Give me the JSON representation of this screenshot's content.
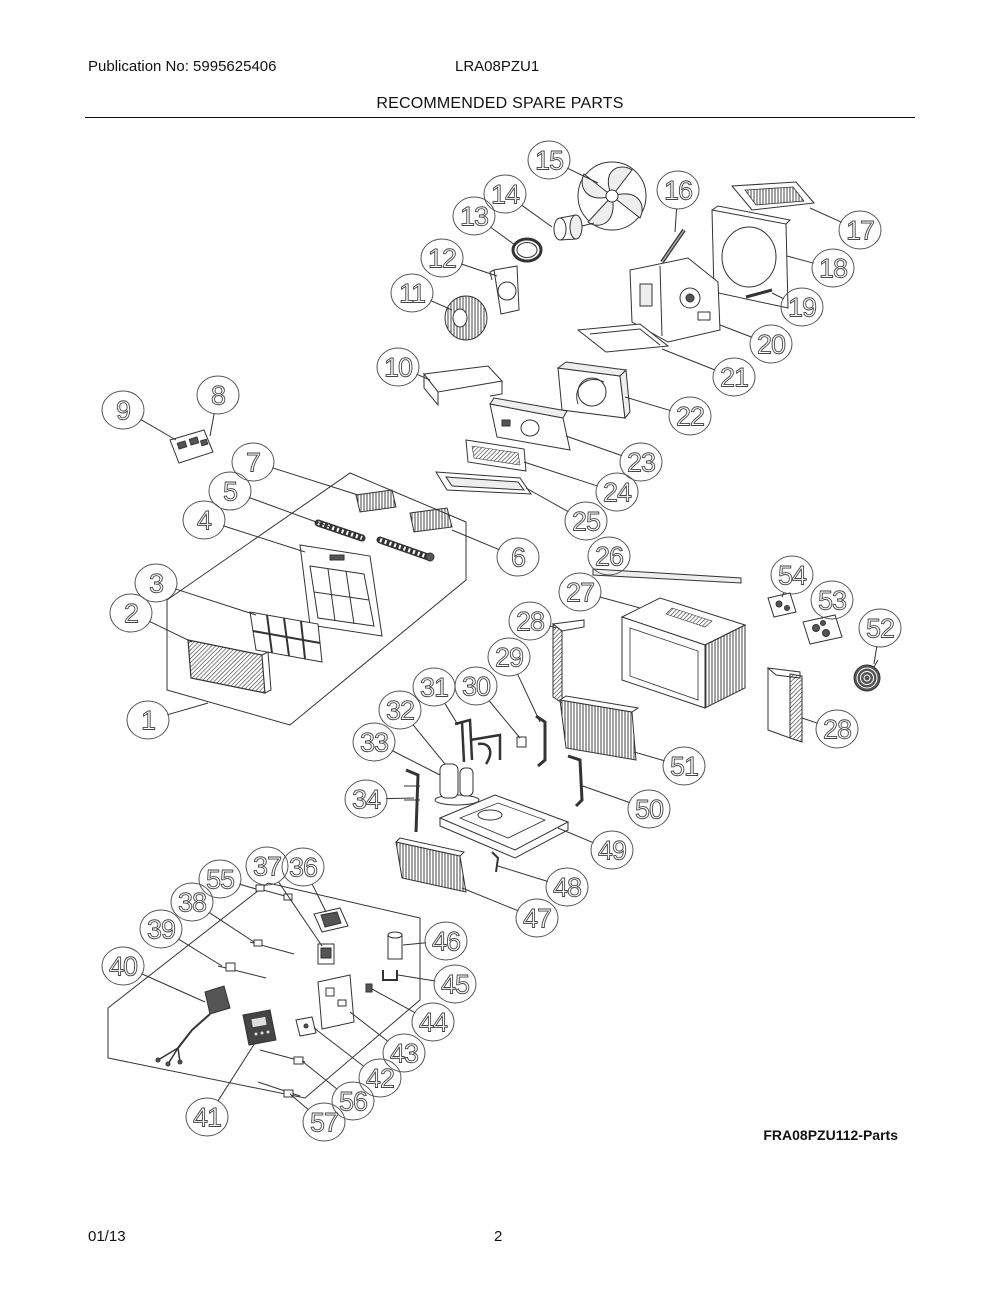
{
  "header": {
    "publication": "Publication No: 5995625406",
    "model": "LRA08PZU1",
    "title": "RECOMMENDED SPARE PARTS"
  },
  "figure_id": "FRA08PZU112-Parts",
  "footer": {
    "date": "01/13",
    "page": "2"
  },
  "callouts": [
    "15",
    "14",
    "13",
    "12",
    "11",
    "16",
    "17",
    "18",
    "19",
    "20",
    "21",
    "10",
    "22",
    "9",
    "8",
    "7",
    "23",
    "24",
    "5",
    "4",
    "25",
    "6",
    "26",
    "27",
    "3",
    "54",
    "53",
    "2",
    "28",
    "52",
    "29",
    "30",
    "31",
    "1",
    "32",
    "28",
    "33",
    "51",
    "34",
    "50",
    "49",
    "36",
    "37",
    "55",
    "48",
    "38",
    "47",
    "39",
    "46",
    "40",
    "45",
    "44",
    "43",
    "42",
    "56",
    "41",
    "57"
  ]
}
